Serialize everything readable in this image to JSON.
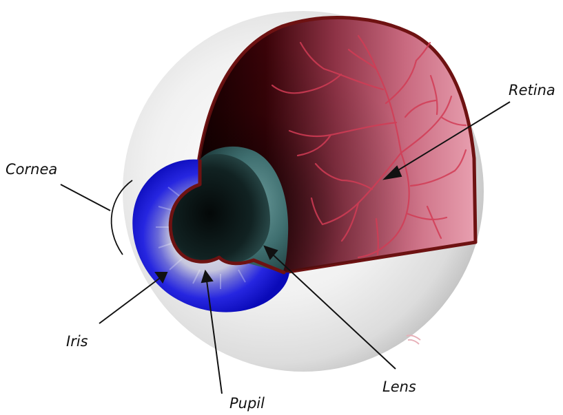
{
  "labels": {
    "cornea": "Cornea",
    "retina": "Retina",
    "iris": "Iris",
    "pupil": "Pupil",
    "lens": "Lens"
  },
  "colors": {
    "background": "#ffffff",
    "sclera": "#e3e3e3",
    "iris": "#1414c8",
    "retina_outline": "#6e1212",
    "retina_inner": "#d97a8e",
    "retina_dark": "#2a0000",
    "blood_vessel": "#d23c55",
    "lens": "#4d7f80",
    "pupil": "#0c1616",
    "leader_line": "#111111"
  }
}
